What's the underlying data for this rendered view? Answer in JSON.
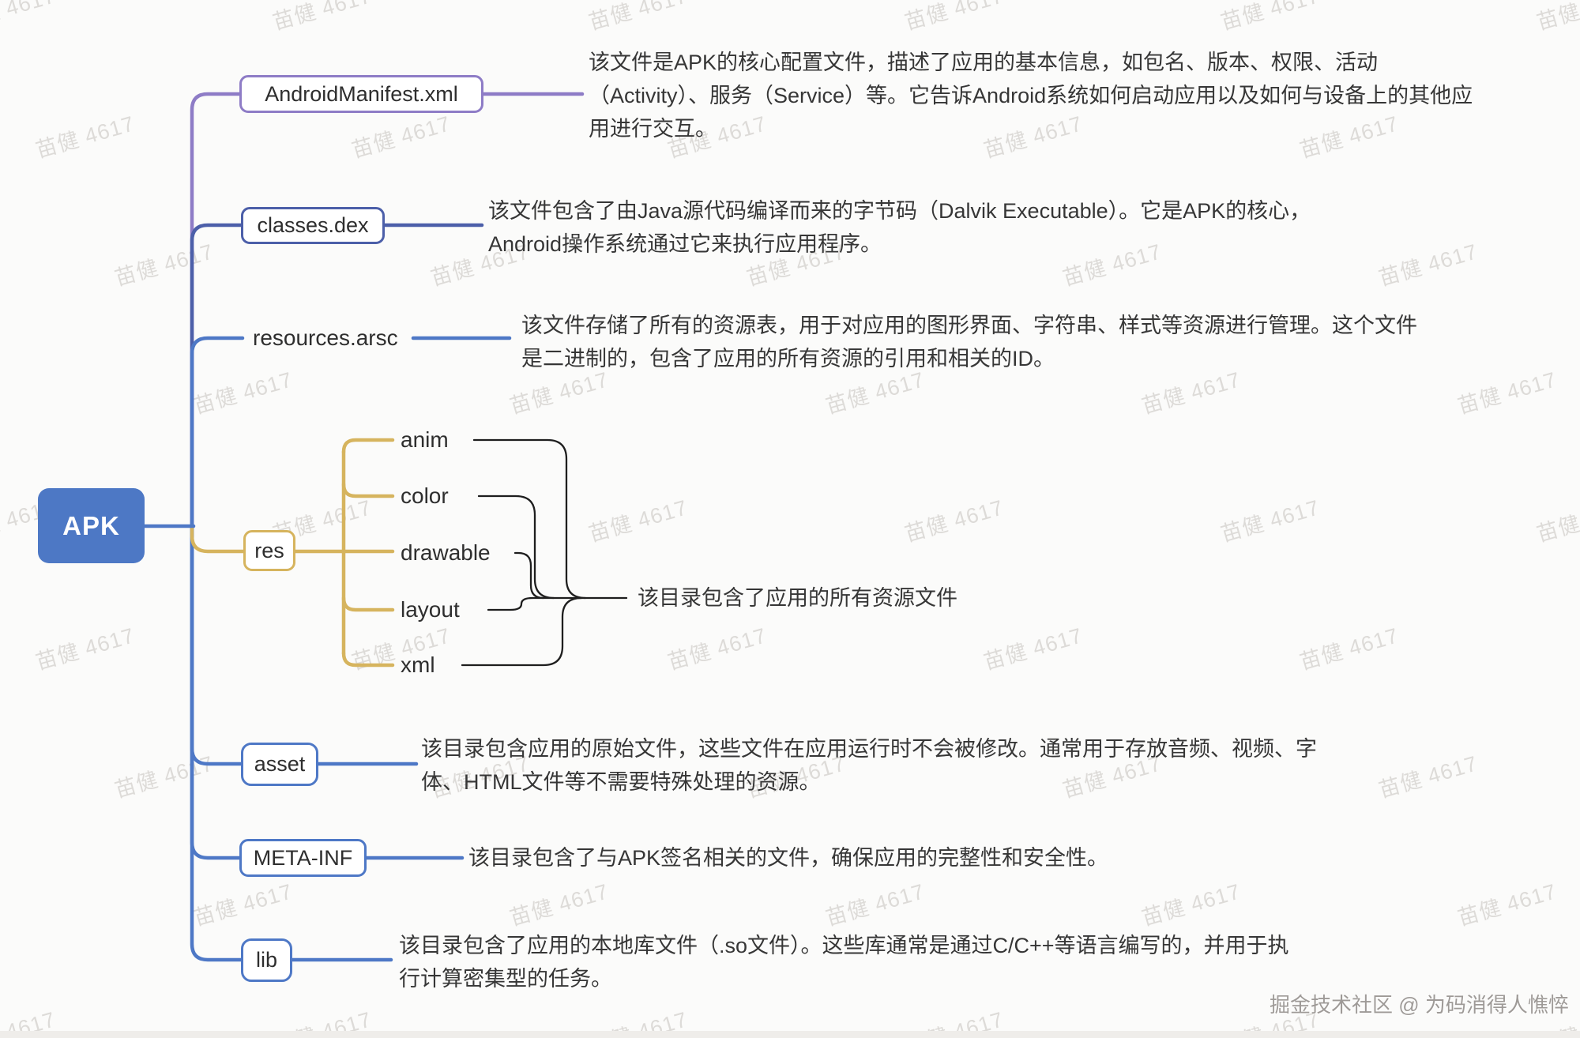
{
  "root": {
    "label": "APK"
  },
  "colors": {
    "root_fill": "#4D78C5",
    "root_text": "#FFFFFF",
    "branch_purple": "#8E7CC6",
    "branch_indigo": "#4C5FA9",
    "branch_blue": "#4E78C6",
    "branch_gold": "#D6B45E",
    "summary_bracket": "#1E1E1E",
    "node_text": "#2E2E2E",
    "description_text": "#363636",
    "background": "#FBFBFA"
  },
  "nodes": {
    "android_manifest": {
      "label": "AndroidManifest.xml",
      "desc_lines": [
        "该文件是APK的核心配置文件，描述了应用的基本信息，如包名、版本、权限、活动",
        "（Activity）、服务（Service）等。它告诉Android系统如何启动应用以及如何与设备上的其他应",
        "用进行交互。"
      ]
    },
    "classes_dex": {
      "label": "classes.dex",
      "desc_lines": [
        "该文件包含了由Java源代码编译而来的字节码（Dalvik Executable）。它是APK的核心，",
        "Android操作系统通过它来执行应用程序。"
      ]
    },
    "resources_arsc": {
      "label": "resources.arsc",
      "desc_lines": [
        "该文件存储了所有的资源表，用于对应用的图形界面、字符串、样式等资源进行管理。这个文件",
        "是二进制的，包含了应用的所有资源的引用和相关的ID。"
      ]
    },
    "res": {
      "label": "res",
      "children": [
        "anim",
        "color",
        "drawable",
        "layout",
        "xml"
      ],
      "summary": "该目录包含了应用的所有资源文件"
    },
    "asset": {
      "label": "asset",
      "desc_lines": [
        "该目录包含应用的原始文件，这些文件在应用运行时不会被修改。通常用于存放音频、视频、字",
        "体、HTML文件等不需要特殊处理的资源。"
      ]
    },
    "meta_inf": {
      "label": "META-INF",
      "desc_lines": [
        "该目录包含了与APK签名相关的文件，确保应用的完整性和安全性。"
      ]
    },
    "lib": {
      "label": "lib",
      "desc_lines": [
        "该目录包含了应用的本地库文件（.so文件）。这些库通常是通过C/C++等语言编写的，并用于执",
        "行计算密集型的任务。"
      ]
    }
  },
  "watermark": {
    "text": "苗健 4617"
  },
  "credit": {
    "text": "掘金技术社区 @ 为码消得人憔悴"
  }
}
